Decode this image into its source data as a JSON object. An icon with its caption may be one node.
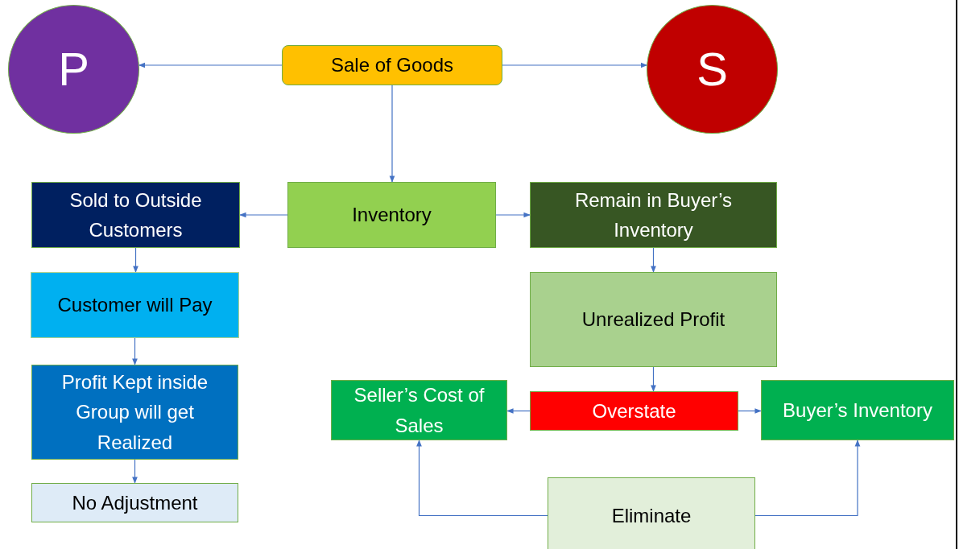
{
  "diagram": {
    "nodes": [
      {
        "text": [
          "P"
        ]
      },
      {
        "text": [
          "Sale of Goods"
        ]
      },
      {
        "text": [
          "S"
        ]
      },
      {
        "text": [
          "Sold to Outside Customers"
        ]
      },
      {
        "text": [
          "Inventory"
        ]
      },
      {
        "text": [
          "Remain in Buyer’s Inventory"
        ]
      },
      {
        "text": [
          "Customer will Pay"
        ]
      },
      {
        "text": [
          "Profit Kept inside Group will get Realized"
        ]
      },
      {
        "text": [
          "No Adjustment"
        ]
      },
      {
        "text": [
          "Unrealized Profit"
        ]
      },
      {
        "text": [
          "Seller’s Cost of Sales"
        ]
      },
      {
        "text": [
          "Overstate"
        ]
      },
      {
        "text": [
          "Buyer’s Inventory"
        ]
      },
      {
        "text": [
          "Eliminate"
        ]
      }
    ],
    "edges": [
      {
        "from": 1,
        "to": 0,
        "arrow": "to"
      },
      {
        "from": 1,
        "to": 2,
        "arrow": "to"
      },
      {
        "from": 1,
        "to": 4,
        "arrow": "to"
      },
      {
        "from": 4,
        "to": 3,
        "arrow": "to"
      },
      {
        "from": 4,
        "to": 5,
        "arrow": "to"
      },
      {
        "from": 3,
        "to": 6,
        "arrow": "to"
      },
      {
        "from": 6,
        "to": 7,
        "arrow": "to"
      },
      {
        "from": 7,
        "to": 8,
        "arrow": "to"
      },
      {
        "from": 5,
        "to": 9,
        "arrow": "to"
      },
      {
        "from": 9,
        "to": 11,
        "arrow": "to"
      },
      {
        "from": 11,
        "to": 10,
        "arrow": "to"
      },
      {
        "from": 11,
        "to": 12,
        "arrow": "to"
      },
      {
        "from": 13,
        "to": 10,
        "arrow": "to"
      },
      {
        "from": 13,
        "to": 12,
        "arrow": "to"
      }
    ]
  }
}
